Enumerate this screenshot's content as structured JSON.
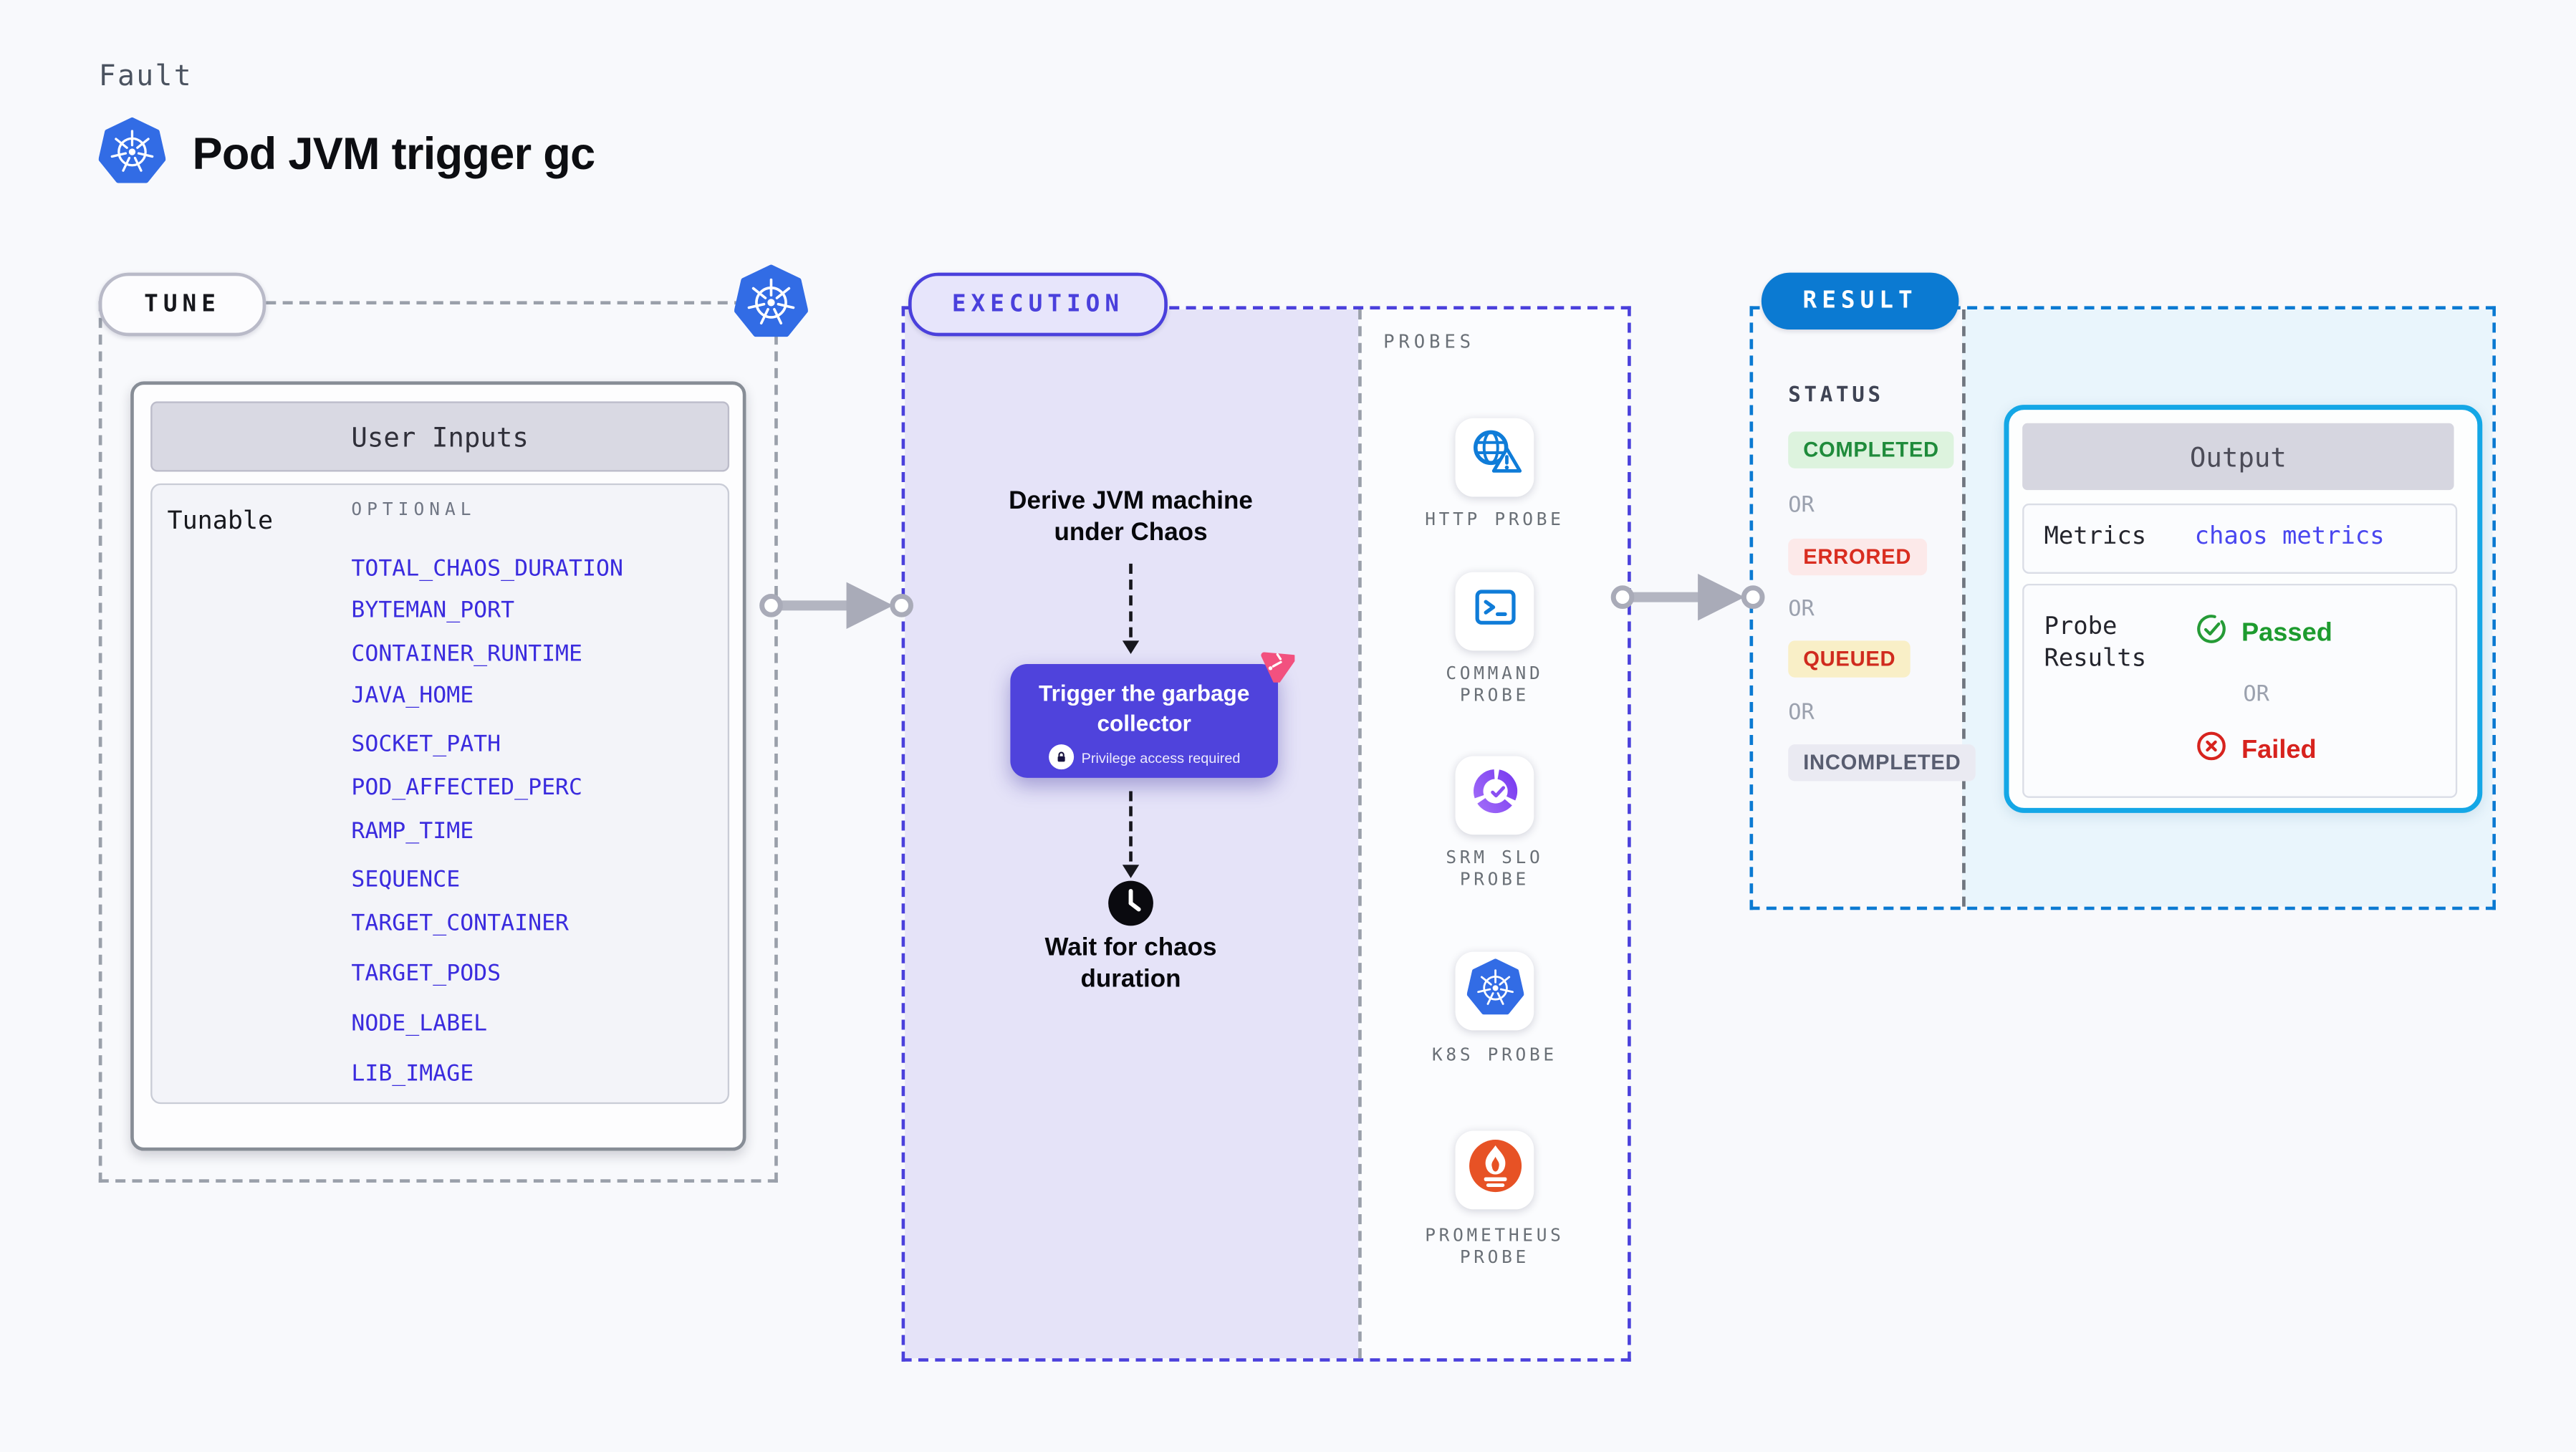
{
  "page": {
    "eyebrow": "Fault",
    "title": "Pod JVM trigger gc"
  },
  "tune": {
    "badge": "TUNE",
    "panel_title": "User Inputs",
    "row_label": "Tunable",
    "column_label": "OPTIONAL",
    "tunables": [
      "TOTAL_CHAOS_DURATION",
      "BYTEMAN_PORT",
      "CONTAINER_RUNTIME",
      "JAVA_HOME",
      "SOCKET_PATH",
      "POD_AFFECTED_PERC",
      "RAMP_TIME",
      "SEQUENCE",
      "TARGET_CONTAINER",
      "TARGET_PODS",
      "NODE_LABEL",
      "LIB_IMAGE"
    ]
  },
  "execution": {
    "badge": "EXECUTION",
    "derive_label": "Derive JVM machine\nunder Chaos",
    "trigger_title": "Trigger the garbage collector",
    "trigger_note": "Privilege access required",
    "wait_label": "Wait for chaos\nduration"
  },
  "probes": {
    "heading": "PROBES",
    "items": [
      {
        "name": "http-probe",
        "label": "HTTP PROBE"
      },
      {
        "name": "command-probe",
        "label": "COMMAND\nPROBE"
      },
      {
        "name": "srm-slo-probe",
        "label": "SRM SLO\nPROBE"
      },
      {
        "name": "k8s-probe",
        "label": "K8S PROBE"
      },
      {
        "name": "prometheus-probe",
        "label": "PROMETHEUS\nPROBE"
      }
    ]
  },
  "result": {
    "badge": "RESULT",
    "status_heading": "STATUS",
    "or_label": "OR",
    "statuses": [
      {
        "label": "COMPLETED",
        "type": "success"
      },
      {
        "label": "ERRORED",
        "type": "error"
      },
      {
        "label": "QUEUED",
        "type": "warning"
      },
      {
        "label": "INCOMPLETED",
        "type": "neutral"
      }
    ],
    "output": {
      "header": "Output",
      "metrics_label": "Metrics",
      "metrics_value": "chaos metrics",
      "probe_results_label": "Probe\nResults",
      "passed": "Passed",
      "failed": "Failed"
    }
  },
  "colors": {
    "k8s_blue": "#326ce5",
    "execution_indigo": "#4a40dc",
    "execution_lavender": "#e5e3f8",
    "result_blue": "#0b7ad2",
    "output_border": "#14a7e6",
    "probe_icon_blue": "#0f7cd8",
    "tunable_link_blue": "#3a2bde",
    "chaos_pink": "#f2517f",
    "passed_green": "#1d9b2e",
    "failed_red": "#d7231e",
    "prometheus_orange": "#e75225",
    "srm_purple": "#8a4ff2"
  }
}
